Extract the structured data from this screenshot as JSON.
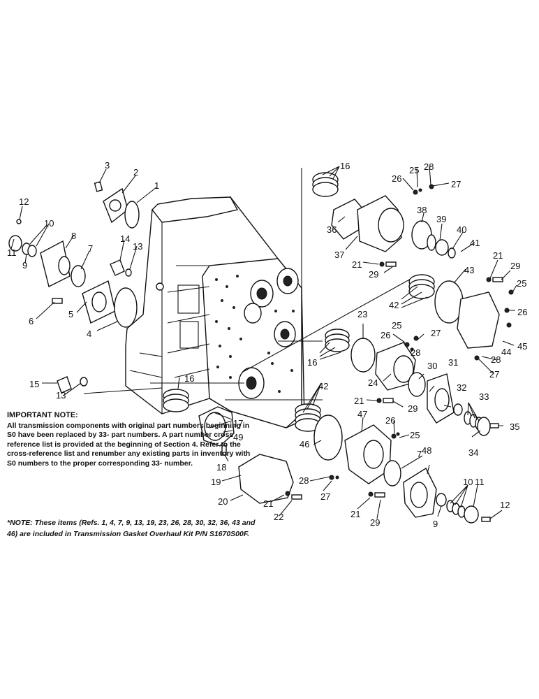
{
  "important_note": {
    "title": "IMPORTANT NOTE:",
    "body": "All transmission components with original part numbers beginning in S0 have been replaced by 33- part numbers. A part number cross reference list is provided at the beginning of Section 4. Refer to the cross-reference list and renumber any existing parts in inventory with S0 numbers to the proper corresponding 33- number."
  },
  "kit_note": "*NOTE: These items (Refs. 1, 4, 7, 9, 13, 19, 23, 26, 28, 30, 32, 36, 43 and 46) are included in Transmission Gasket Overhaul Kit P/N S1670S00F.",
  "callouts": [
    {
      "id": "c3",
      "label": "3"
    },
    {
      "id": "c2",
      "label": "2"
    },
    {
      "id": "c1",
      "label": "1"
    },
    {
      "id": "c12a",
      "label": "12"
    },
    {
      "id": "c10a",
      "label": "10"
    },
    {
      "id": "c11a",
      "label": "11"
    },
    {
      "id": "c9a",
      "label": "9"
    },
    {
      "id": "c8",
      "label": "8"
    },
    {
      "id": "c7a",
      "label": "7"
    },
    {
      "id": "c14",
      "label": "14"
    },
    {
      "id": "c13a",
      "label": "13"
    },
    {
      "id": "c6",
      "label": "6"
    },
    {
      "id": "c5",
      "label": "5"
    },
    {
      "id": "c4",
      "label": "4"
    },
    {
      "id": "c15",
      "label": "15"
    },
    {
      "id": "c13b",
      "label": "13"
    },
    {
      "id": "c16a",
      "label": "16"
    },
    {
      "id": "c36",
      "label": "36"
    },
    {
      "id": "c37",
      "label": "37"
    },
    {
      "id": "c26a",
      "label": "26"
    },
    {
      "id": "c25a",
      "label": "25"
    },
    {
      "id": "c28a",
      "label": "28"
    },
    {
      "id": "c27a",
      "label": "27"
    },
    {
      "id": "c38",
      "label": "38"
    },
    {
      "id": "c39",
      "label": "39"
    },
    {
      "id": "c40",
      "label": "40"
    },
    {
      "id": "c41",
      "label": "41"
    },
    {
      "id": "c21a",
      "label": "21"
    },
    {
      "id": "c29a",
      "label": "29"
    },
    {
      "id": "c21b",
      "label": "21"
    },
    {
      "id": "c29b",
      "label": "29"
    },
    {
      "id": "c43",
      "label": "43"
    },
    {
      "id": "c25b",
      "label": "25"
    },
    {
      "id": "c42a",
      "label": "42"
    },
    {
      "id": "c26b",
      "label": "26"
    },
    {
      "id": "c23",
      "label": "23"
    },
    {
      "id": "c44",
      "label": "44"
    },
    {
      "id": "c45",
      "label": "45"
    },
    {
      "id": "c25c",
      "label": "25"
    },
    {
      "id": "c27b",
      "label": "27"
    },
    {
      "id": "c26c",
      "label": "26"
    },
    {
      "id": "c28b",
      "label": "28"
    },
    {
      "id": "c28c",
      "label": "28"
    },
    {
      "id": "c27c",
      "label": "27"
    },
    {
      "id": "c16b",
      "label": "16"
    },
    {
      "id": "c30",
      "label": "30"
    },
    {
      "id": "c31",
      "label": "31"
    },
    {
      "id": "c24",
      "label": "24"
    },
    {
      "id": "c16c",
      "label": "16"
    },
    {
      "id": "c21c",
      "label": "21"
    },
    {
      "id": "c29c",
      "label": "29"
    },
    {
      "id": "c32",
      "label": "32"
    },
    {
      "id": "c33",
      "label": "33"
    },
    {
      "id": "c42b",
      "label": "42"
    },
    {
      "id": "c35",
      "label": "35"
    },
    {
      "id": "c34",
      "label": "34"
    },
    {
      "id": "c17",
      "label": "17"
    },
    {
      "id": "c49",
      "label": "49"
    },
    {
      "id": "c47",
      "label": "47"
    },
    {
      "id": "c26d",
      "label": "26"
    },
    {
      "id": "c25d",
      "label": "25"
    },
    {
      "id": "c46",
      "label": "46"
    },
    {
      "id": "c7b",
      "label": "7"
    },
    {
      "id": "c48",
      "label": "48"
    },
    {
      "id": "c18",
      "label": "18"
    },
    {
      "id": "c19",
      "label": "19"
    },
    {
      "id": "c20",
      "label": "20"
    },
    {
      "id": "c21d",
      "label": "21"
    },
    {
      "id": "c22",
      "label": "22"
    },
    {
      "id": "c28d",
      "label": "28"
    },
    {
      "id": "c27d",
      "label": "27"
    },
    {
      "id": "c21e",
      "label": "21"
    },
    {
      "id": "c29d",
      "label": "29"
    },
    {
      "id": "c10b",
      "label": "10"
    },
    {
      "id": "c11b",
      "label": "11"
    },
    {
      "id": "c9b",
      "label": "9"
    },
    {
      "id": "c12b",
      "label": "12"
    }
  ]
}
